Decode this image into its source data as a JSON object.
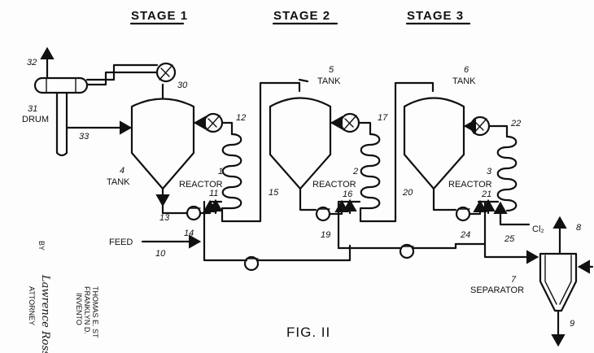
{
  "stages": [
    "STAGE 1",
    "STAGE 2",
    "STAGE 3"
  ],
  "figure_label": "FIG. II",
  "labels": {
    "drum": "DRUM",
    "tank": "TANK",
    "reactor": "REACTOR",
    "feed": "FEED",
    "separator": "SEPARATOR",
    "chlorine": "Cl₂"
  },
  "numbers": {
    "n1": "1",
    "n2": "2",
    "n3": "3",
    "n4": "4",
    "n5": "5",
    "n6": "6",
    "n7": "7",
    "n8": "8",
    "n9": "9",
    "n10": "10",
    "n11": "11",
    "n12": "12",
    "n13": "13",
    "n14": "14",
    "n15": "15",
    "n16": "16",
    "n17": "17",
    "n19": "19",
    "n20": "20",
    "n21": "21",
    "n22": "22",
    "n24": "24",
    "n25": "25",
    "n30": "30",
    "n31": "31",
    "n32": "32",
    "n33": "33"
  },
  "margin_text": {
    "by": "BY",
    "attorney": "ATTORNEY",
    "signature": "Lawrence Ross",
    "inventor_line1": "THOMAS E. ST",
    "inventor_line2": "FRANKLYN D.",
    "inventor_line3": "INVENTO"
  }
}
